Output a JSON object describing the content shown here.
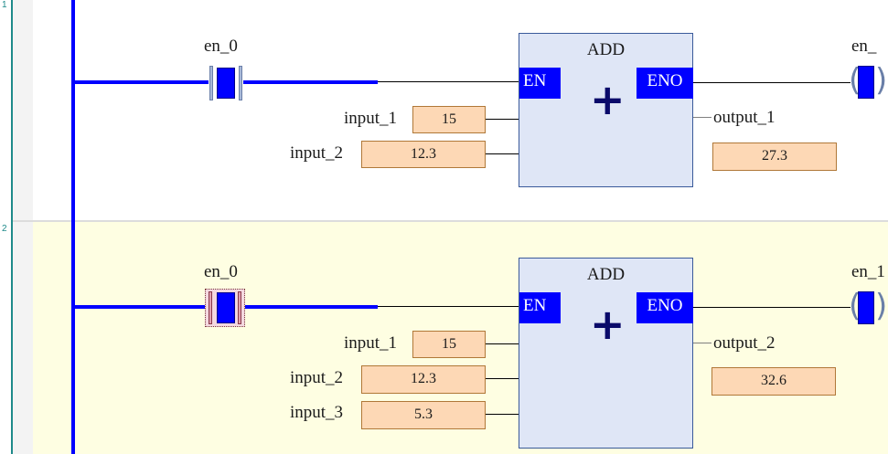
{
  "rungs": [
    {
      "number": "1",
      "contact": {
        "name": "en_0",
        "selected": false
      },
      "block": {
        "title": "ADD",
        "en_pin": "EN",
        "eno_pin": "ENO",
        "operator_icon": "plus-icon",
        "inputs": [
          {
            "name": "input_1",
            "value": "15"
          },
          {
            "name": "input_2",
            "value": "12.3"
          }
        ],
        "output": {
          "name": "output_1",
          "value": "27.3"
        }
      },
      "coil": {
        "name": "en_"
      }
    },
    {
      "number": "2",
      "contact": {
        "name": "en_0",
        "selected": true
      },
      "block": {
        "title": "ADD",
        "en_pin": "EN",
        "eno_pin": "ENO",
        "operator_icon": "plus-icon",
        "inputs": [
          {
            "name": "input_1",
            "value": "15"
          },
          {
            "name": "input_2",
            "value": "12.3"
          },
          {
            "name": "input_3",
            "value": "5.3"
          }
        ],
        "output": {
          "name": "output_2",
          "value": "32.6"
        }
      },
      "coil": {
        "name": "en_1"
      }
    }
  ],
  "colors": {
    "power_rail": "#0000ff",
    "energized_wire": "#0000ff",
    "selected_rung_bg": "#fefee2",
    "value_box": "#fdd8b5",
    "function_block": "#dfe6f6",
    "gutter_accent": "#1e8a8a"
  }
}
